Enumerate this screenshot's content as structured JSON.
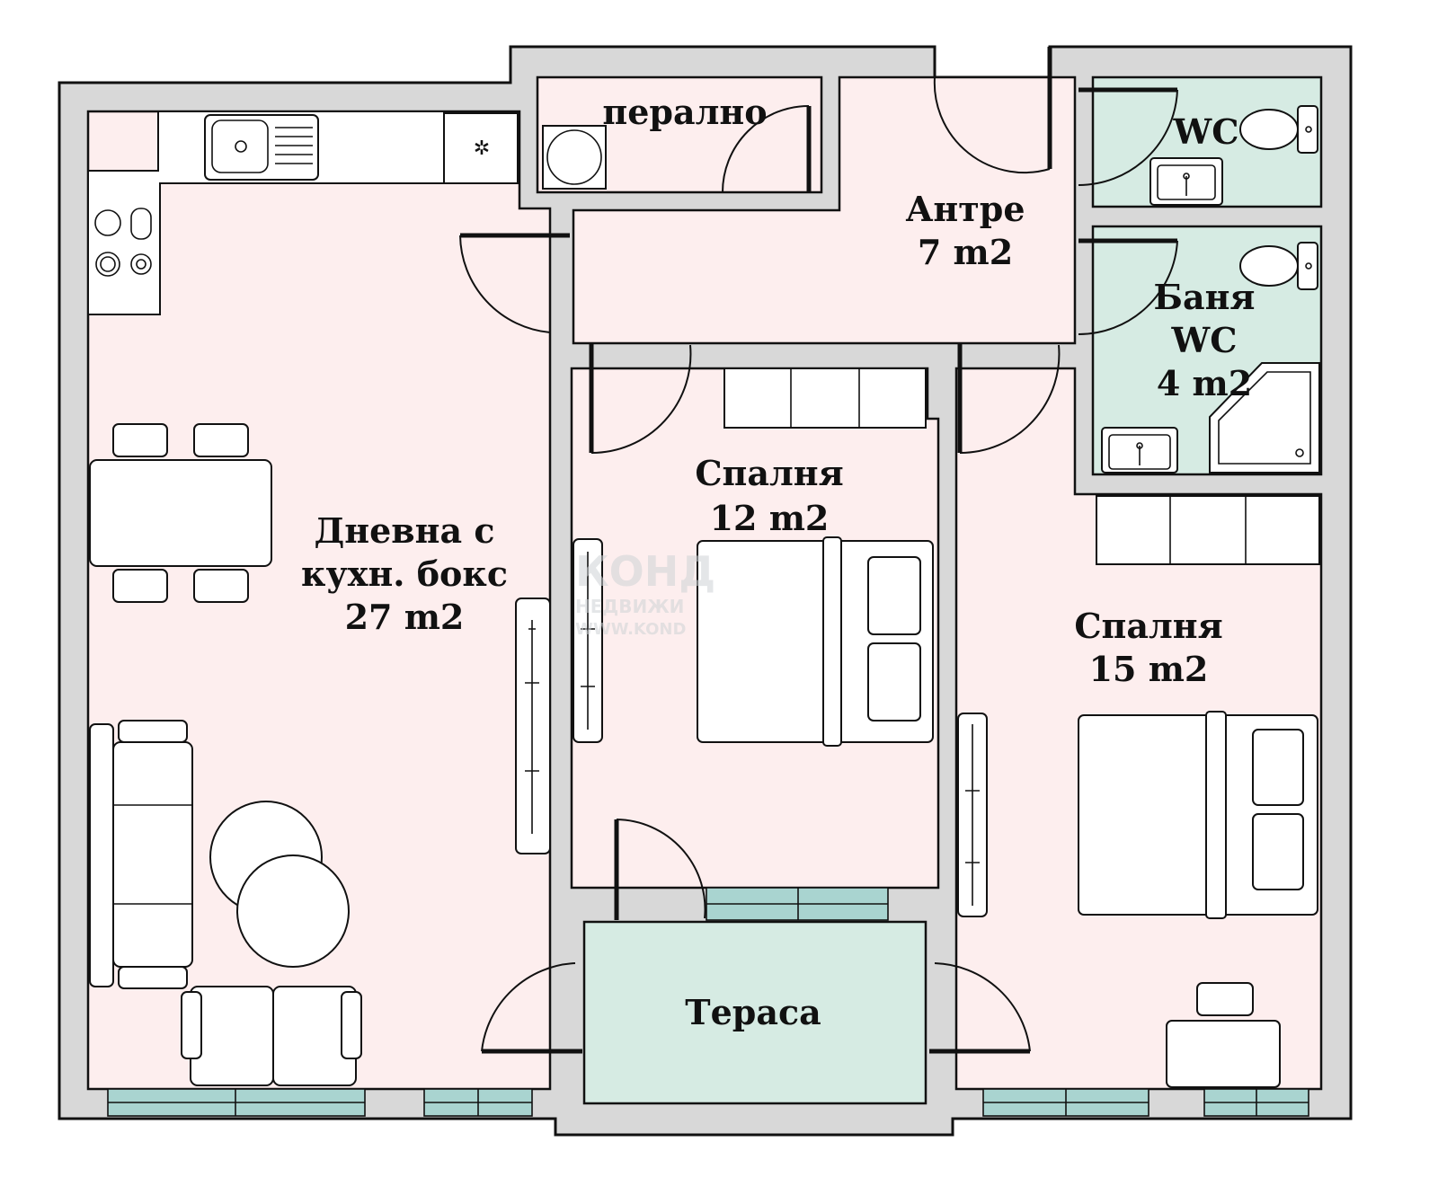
{
  "rooms": {
    "laundry": {
      "name": "перално"
    },
    "hall": {
      "name": "Антре",
      "area": "7 m2"
    },
    "wc": {
      "name": "WC"
    },
    "bath": {
      "name": "Баня",
      "name2": "WC",
      "area": "4 m2"
    },
    "living": {
      "name": "Дневна с",
      "name2": "кухн. бокс",
      "area": "27 m2"
    },
    "bedroom1": {
      "name": "Спалня",
      "area": "12 m2"
    },
    "bedroom2": {
      "name": "Спалня",
      "area": "15 m2"
    },
    "terrace": {
      "name": "Тераса"
    }
  },
  "watermark": {
    "brand": "КОНД",
    "sub1": "НЕДВИЖИ",
    "sub2": "WWW.KOND"
  },
  "colors": {
    "room_pink": "#fdeeee",
    "room_green": "#d6ebe3",
    "wall": "#d8d8d8",
    "window": "#a9d4d0"
  }
}
